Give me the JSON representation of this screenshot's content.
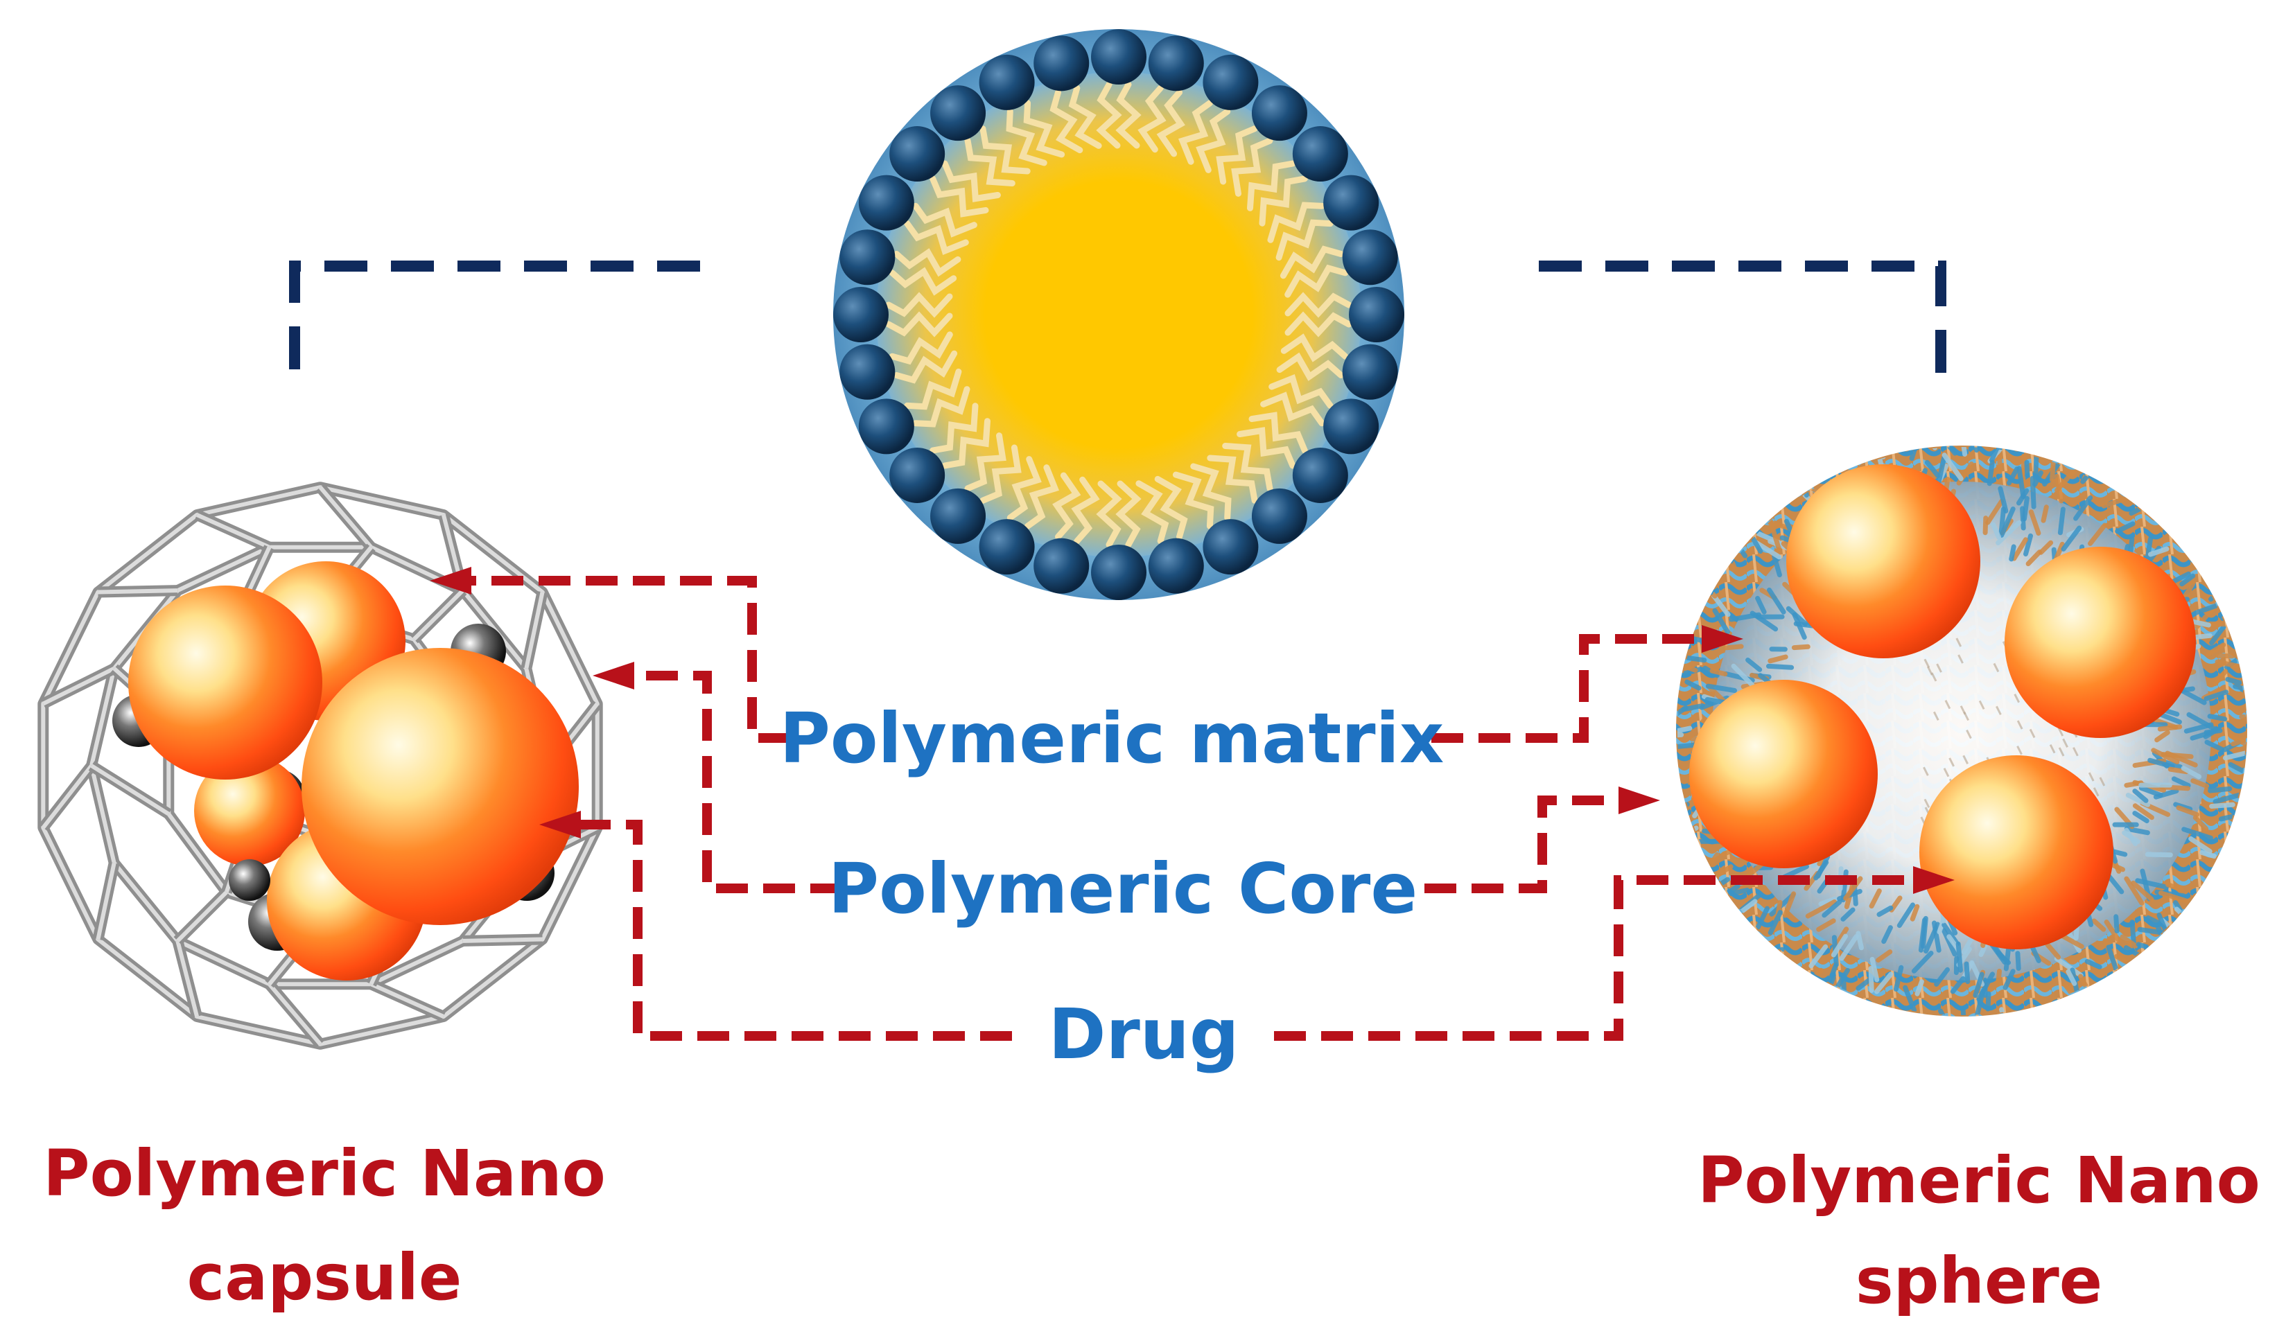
{
  "labels": {
    "matrix": "Polymeric matrix",
    "core": "Polymeric Core",
    "drug": "Drug",
    "capsule_line1": "Polymeric Nano",
    "capsule_line2": "capsule",
    "sphere_line1": "Polymeric Nano",
    "sphere_line2": "sphere"
  },
  "colors": {
    "label_blue": "#1e72c2",
    "label_red": "#b8111a",
    "connector_blue": "#0f2a5c",
    "connector_red": "#b8111a",
    "drug_orange": "#ff5a1a",
    "core_yellow": "#ffc800",
    "bead_blue": "#174a78"
  },
  "icons": {
    "center": "micelle-icon",
    "left": "fullerene-cage-capsule-icon",
    "right": "nanosphere-icon",
    "drug": "drug-sphere-icon"
  }
}
